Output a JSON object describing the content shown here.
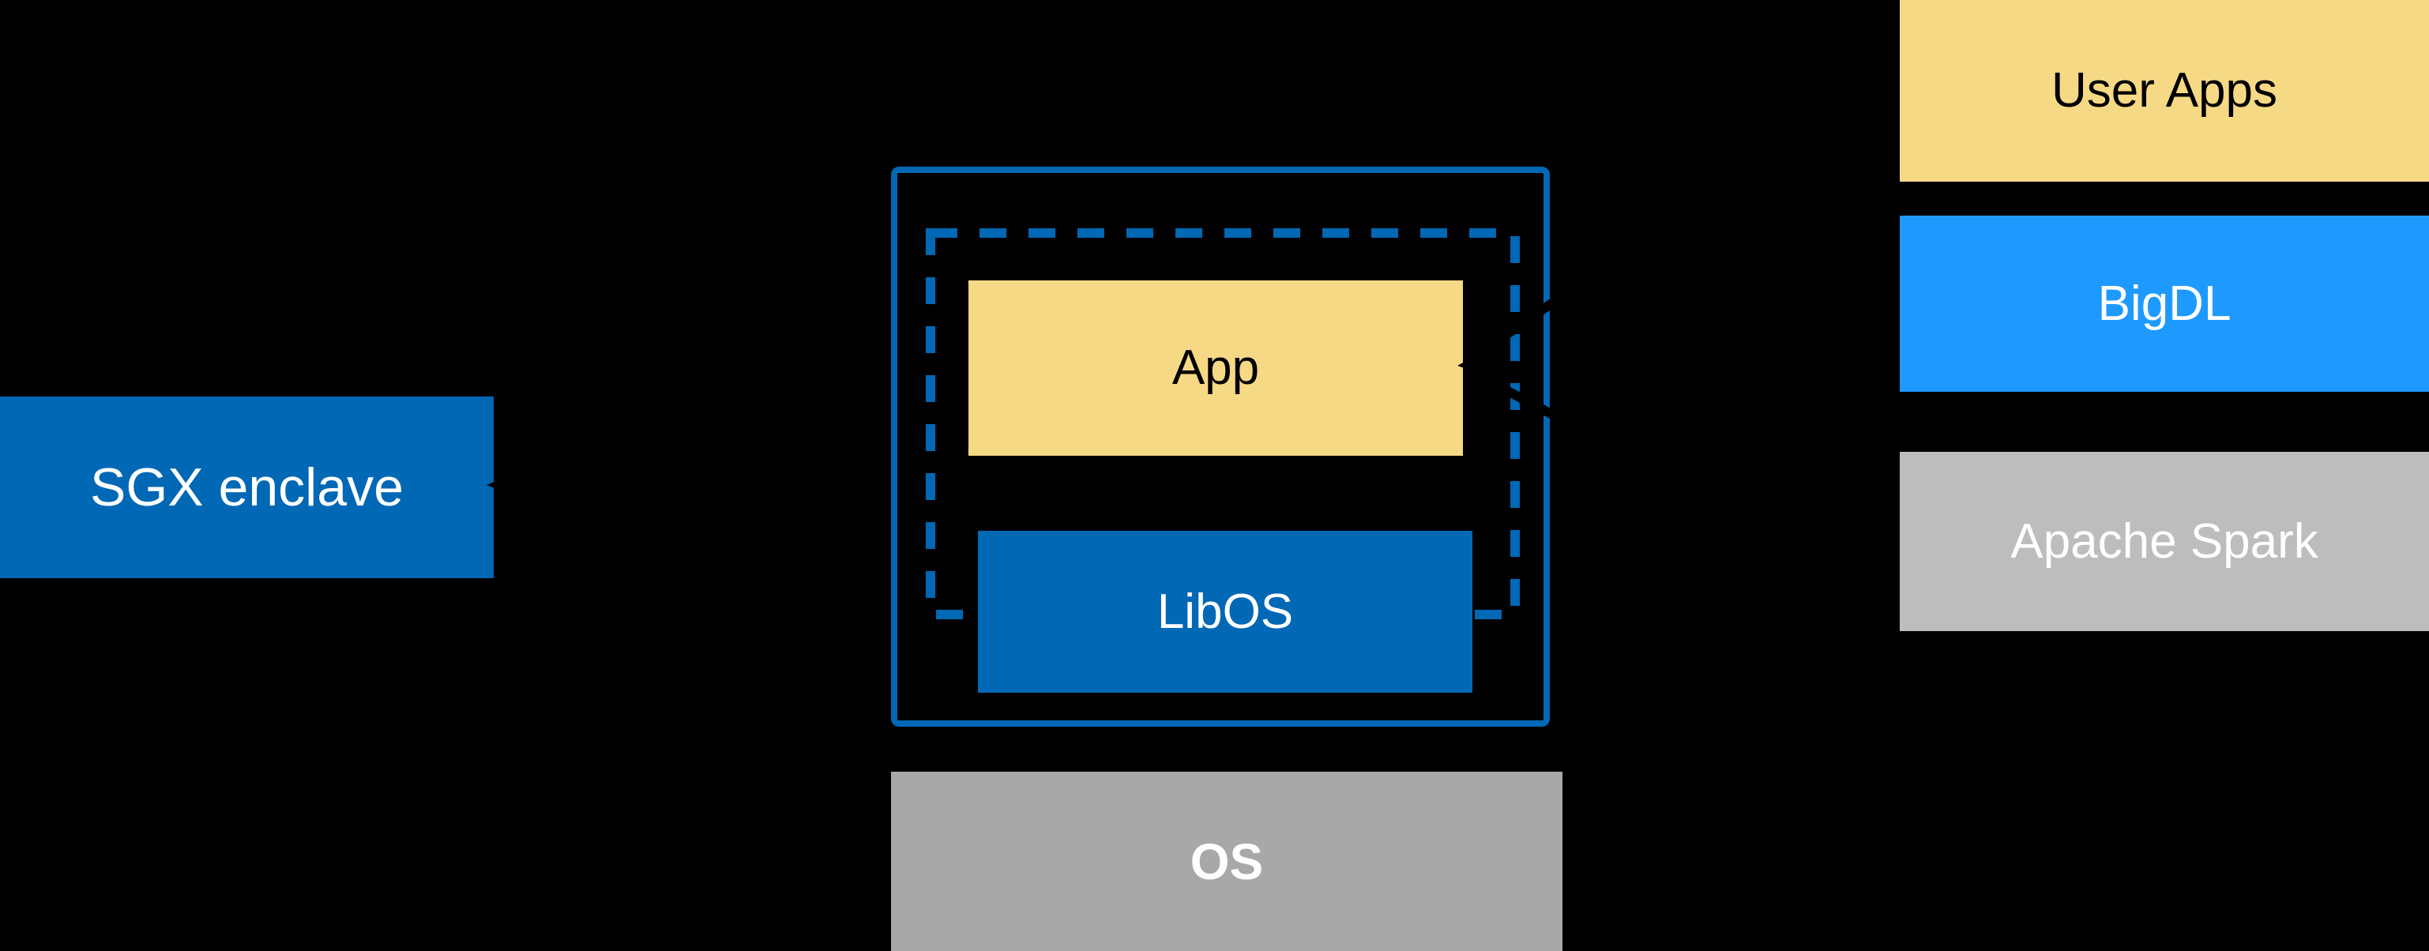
{
  "diagram": {
    "sgx_enclave_box": {
      "label": "SGX enclave"
    },
    "enclave_container": {
      "app_box": {
        "label": "App"
      },
      "libos_box": {
        "label": "LibOS"
      }
    },
    "os_box": {
      "label": "OS"
    },
    "software_stack": {
      "user_apps_box": {
        "label": "User Apps"
      },
      "bigdl_box": {
        "label": "BigDL"
      },
      "apache_spark_box": {
        "label": "Apache Spark"
      }
    }
  },
  "colors": {
    "background": "#000000",
    "intel_blue": "#0068B5",
    "bright_blue": "#1E9AFF",
    "yellow": "#F6D985",
    "gray_os": "#A8A8A8",
    "gray_spark": "#BDBDBD",
    "white": "#FFFFFF",
    "black": "#000000"
  }
}
